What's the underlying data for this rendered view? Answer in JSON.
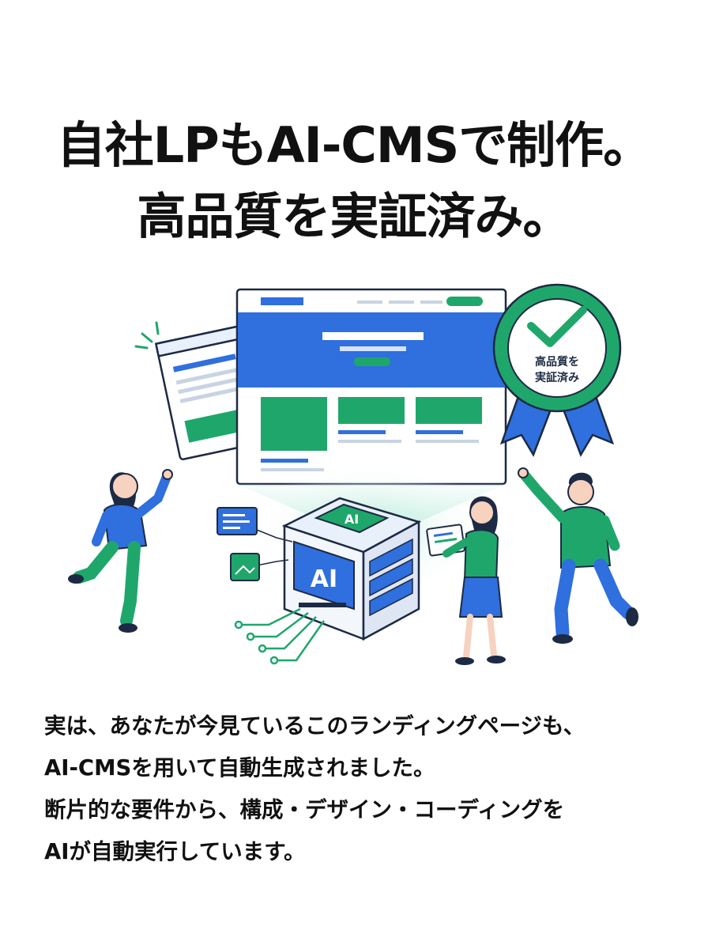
{
  "headline": {
    "line1": "自社LPもAI-CMSで制作。",
    "line2": "高品質を実証済み。"
  },
  "illustration": {
    "badge_line1": "高品質を",
    "badge_line2": "実証済み",
    "cube_front_label": "AI",
    "cube_top_label": "AI",
    "colors": {
      "blue": "#2f6fde",
      "green": "#1fa76b",
      "light_blue": "#e8f0fc",
      "outline": "#1d2a44"
    }
  },
  "body": {
    "line1": "実は、あなたが今見ているこのランディングページも、",
    "line2": "AI-CMSを用いて自動生成されました。",
    "line3": "断片的な要件から、構成・デザイン・コーディングを",
    "line4": "AIが自動実行しています。"
  }
}
